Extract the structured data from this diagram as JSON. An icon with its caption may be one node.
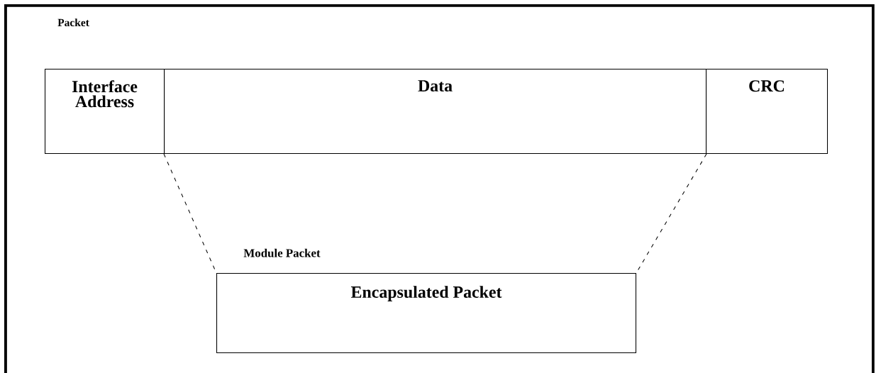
{
  "diagram": {
    "nodes": [
      {
        "text": [
          "Packet"
        ]
      },
      {
        "text": [
          "Interface Address"
        ],
        "in": 0
      },
      {
        "text": [
          "Data"
        ],
        "in": 0
      },
      {
        "text": [
          "CRC"
        ],
        "in": 0
      },
      {
        "text": [
          "Module Packet",
          "Encapsulated Packet"
        ],
        "in": 0
      }
    ],
    "edges": [
      {
        "from": 2,
        "to": 4,
        "arrow": "none",
        "style": "dashed"
      },
      {
        "from": 2,
        "to": 4,
        "arrow": "none",
        "style": "dashed"
      }
    ]
  }
}
